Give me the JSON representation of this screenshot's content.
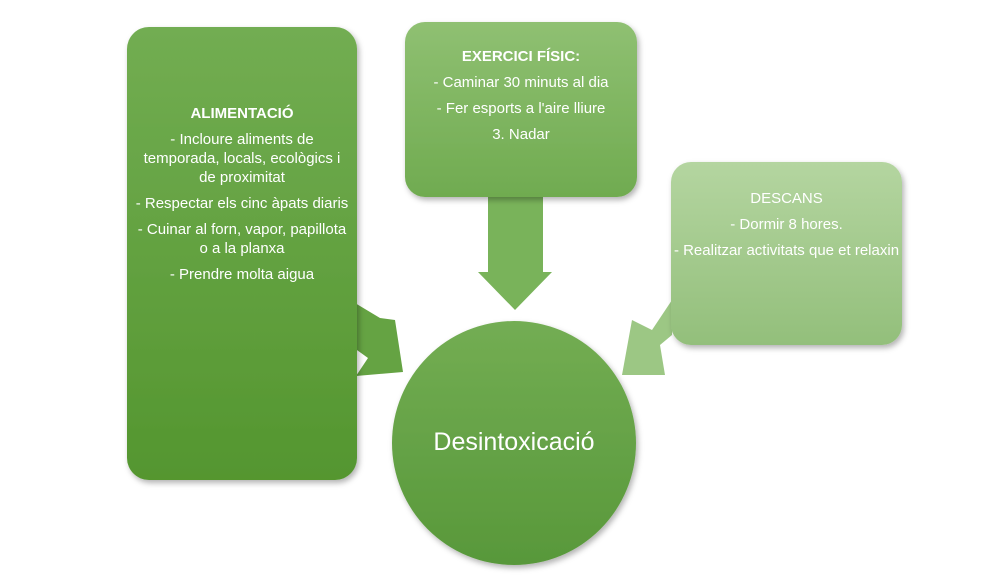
{
  "colors": {
    "dark": "#5e9c3c",
    "medium": "#7ab45a",
    "light": "#a3cb8c"
  },
  "center": {
    "label": "Desintoxicació"
  },
  "alimentacio": {
    "title": "ALIMENTACIÓ",
    "items": [
      "- Incloure aliments de temporada, locals, ecològics i de proximitat",
      "- Respectar els cinc àpats diaris",
      "- Cuinar al forn, vapor, papillota o a la planxa",
      "- Prendre molta aigua"
    ]
  },
  "exercici": {
    "title": "EXERCICI FÍSIC:",
    "items": [
      "- Caminar 30 minuts al dia",
      "- Fer esports a l'aire lliure",
      "3. Nadar"
    ]
  },
  "descans": {
    "title": "DESCANS",
    "items": [
      "- Dormir 8 hores.",
      "- Realitzar activitats que et relaxin"
    ]
  }
}
